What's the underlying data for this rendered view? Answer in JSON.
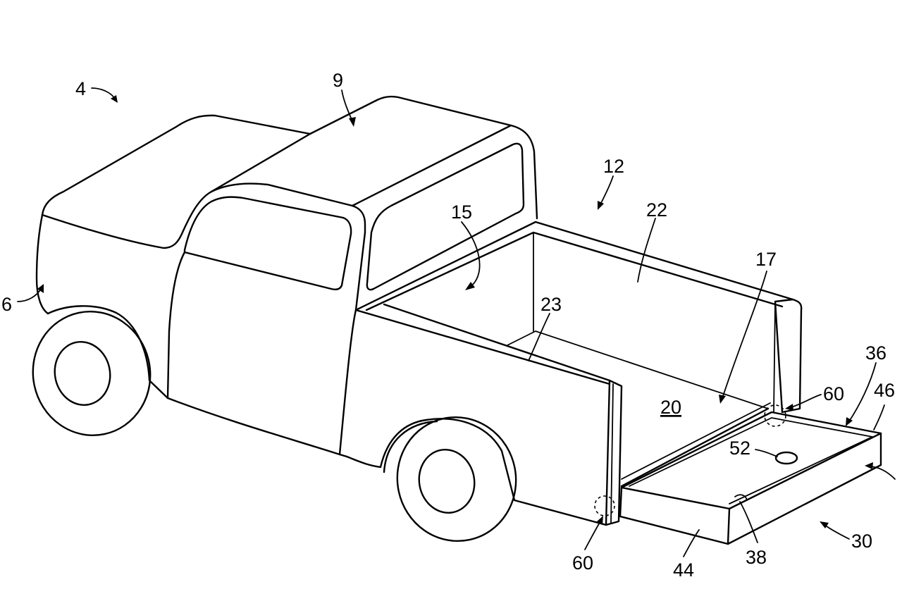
{
  "labels": {
    "vehicle": "4",
    "front": "6",
    "roof": "9",
    "cargo_area": "12",
    "bed": "15",
    "bed_floor_edge": "17",
    "floor": "20",
    "front_wall": "22",
    "side_wall": "23",
    "tray": "30",
    "tray_surface": "36",
    "recess": "38",
    "tray_front_face": "44",
    "tray_side_face": "46",
    "aperture": "52",
    "rail_front": "60",
    "rail_rear": "60"
  },
  "colors": {
    "line": "#000000",
    "background": "#ffffff"
  }
}
